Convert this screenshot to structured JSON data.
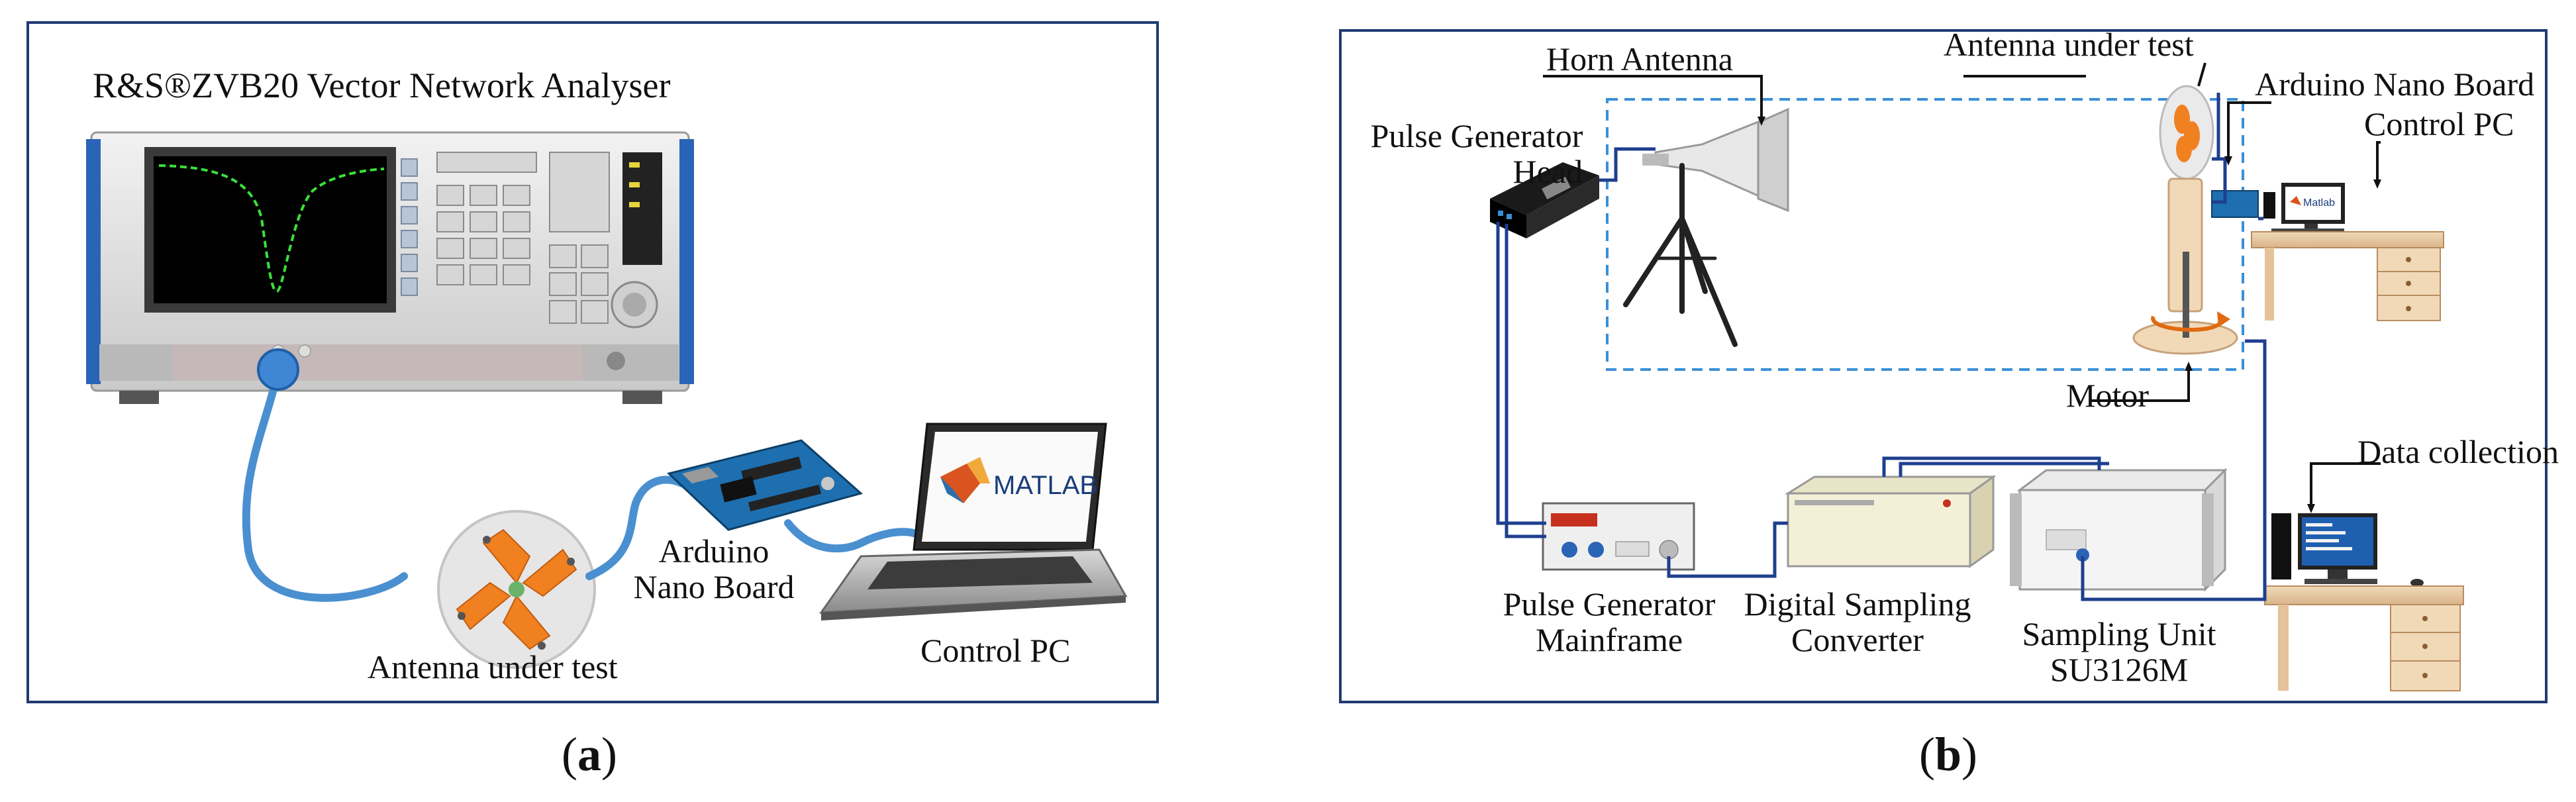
{
  "panel_a": {
    "caption_letter": "a",
    "vna_label": "R&S®ZVB20  Vector Network Analyser",
    "antenna_label": "Antenna under test",
    "arduino_label_line1": "Arduino",
    "arduino_label_line2": "Nano Board",
    "pc_label": "Control PC",
    "matlab_logo": "MATLAB"
  },
  "panel_b": {
    "caption_letter": "b",
    "horn_label": "Horn Antenna",
    "aut_label": "Antenna under test",
    "arduino_label": "Arduino Nano Board",
    "pc_label": "Control PC",
    "pg_head_line1": "Pulse Generator",
    "pg_head_line2": "Head",
    "motor_label": "Motor",
    "data_label": "Data collection",
    "pg_main_line1": "Pulse Generator",
    "pg_main_line2": "Mainframe",
    "dsc_line1": "Digital Sampling",
    "dsc_line2": "Converter",
    "su_line1": "Sampling Unit",
    "su_line2": "SU3126M",
    "matlab_small": "Matlab"
  },
  "colors": {
    "frame": "#1f3b73",
    "cable": "#4a90d0",
    "wire": "#1f3f8f",
    "dashed": "#3b8fd8",
    "antenna_orange": "#f08020",
    "arrow_orange": "#e06a10",
    "desk": "#e8c9a0"
  }
}
